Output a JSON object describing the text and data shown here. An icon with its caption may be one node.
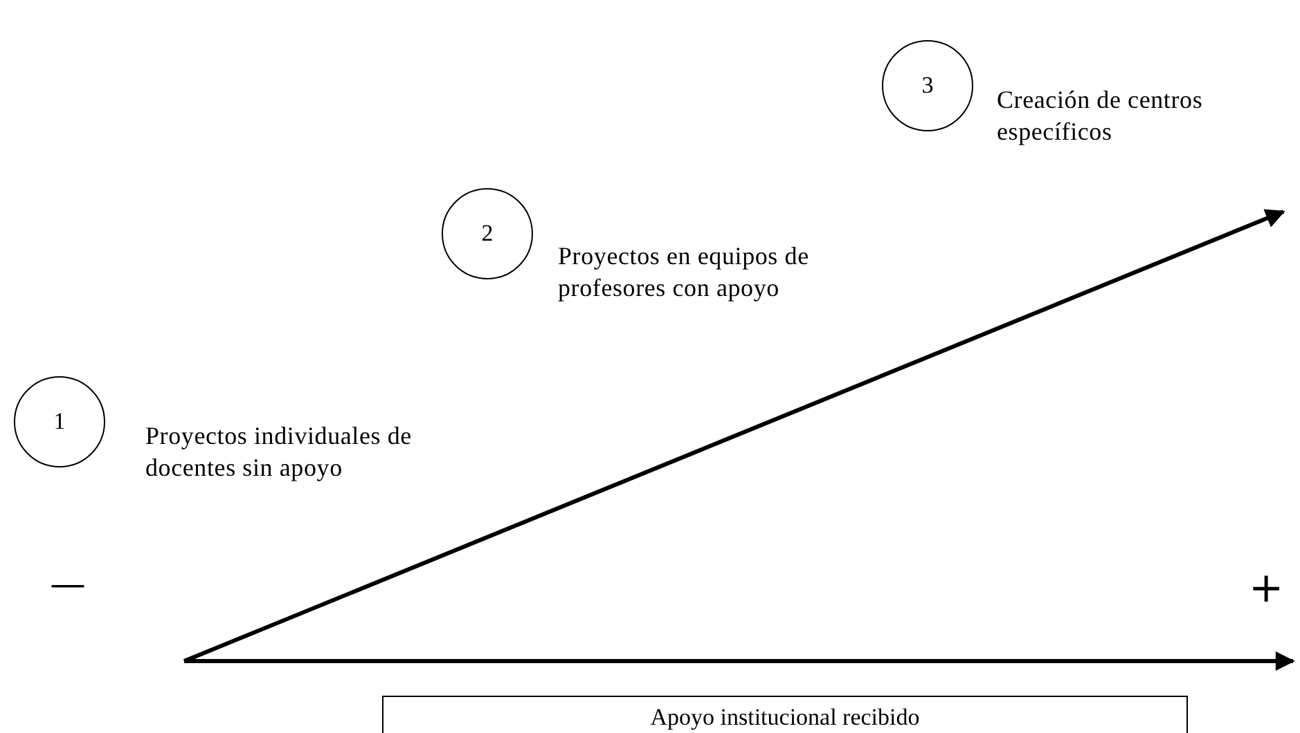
{
  "diagram": {
    "nodes": [
      {
        "text": [
          "1"
        ],
        "beside": [
          "Proyectos individuales de docentes sin apoyo"
        ]
      },
      {
        "text": [
          "2"
        ],
        "beside": [
          "Proyectos en equipos de profesores con apoyo"
        ]
      },
      {
        "text": [
          "3"
        ],
        "beside": [
          "Creación de centros específicos"
        ]
      },
      {
        "text": [
          "Apoyo institucional recibido"
        ]
      }
    ],
    "edges": [],
    "labels": [
      "—",
      "+"
    ]
  }
}
